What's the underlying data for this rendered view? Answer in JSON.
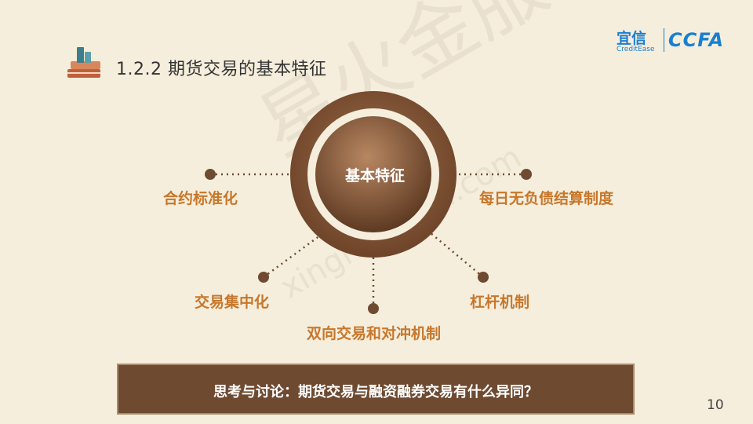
{
  "header": {
    "title": "1.2.2 期货交易的基本特征",
    "logo_cn": "宜信",
    "logo_en": "CreditEase",
    "logo_ccfa": "CCFA"
  },
  "watermark": {
    "chinese": "星火金服",
    "english": "xinghuojinfu.com"
  },
  "diagram": {
    "center": "基本特征",
    "features": [
      "合约标准化",
      "交易集中化",
      "双向交易和对冲机制",
      "杠杆机制",
      "每日无负债结算制度"
    ],
    "colors": {
      "ring_dark": "#7a4e33",
      "ring_light": "#f5eedc",
      "label": "#c8772b",
      "dot": "#6e4a31"
    }
  },
  "discussion": {
    "text": "思考与讨论：期货交易与融资融券交易有什么异同？"
  },
  "footer": {
    "page_number": "10"
  }
}
